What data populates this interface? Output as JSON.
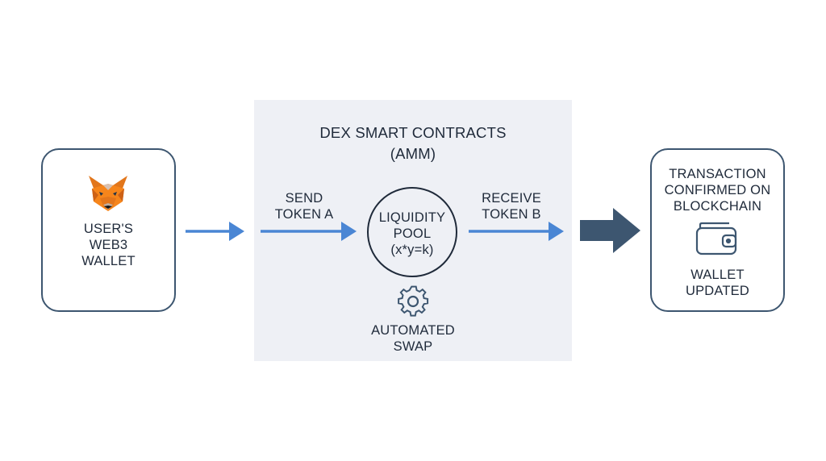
{
  "diagram": {
    "wallet": {
      "line1": "USER'S",
      "line2": "WEB3",
      "line3": "WALLET",
      "icon": "fox-icon"
    },
    "dex": {
      "title_line1": "DEX SMART CONTRACTS",
      "title_line2": "(AMM)",
      "send_line1": "SEND",
      "send_line2": "TOKEN A",
      "receive_line1": "RECEIVE",
      "receive_line2": "TOKEN B",
      "pool_line1": "LIQUIDITY",
      "pool_line2": "POOL",
      "pool_line3": "(x*y=k)",
      "swap_line1": "AUTOMATED",
      "swap_line2": "SWAP",
      "swap_icon": "gear-icon"
    },
    "result": {
      "tx_line1": "TRANSACTION",
      "tx_line2": "CONFIRMED ON",
      "tx_line3": "BLOCKCHAIN",
      "updated_line1": "WALLET",
      "updated_line2": "UPDATED",
      "icon": "wallet-icon"
    },
    "colors": {
      "arrow_blue": "#4a86d4",
      "arrow_dark": "#3d5670",
      "box_border": "#3d5670",
      "panel_bg": "#eef0f5",
      "text": "#1f2a3a"
    }
  }
}
